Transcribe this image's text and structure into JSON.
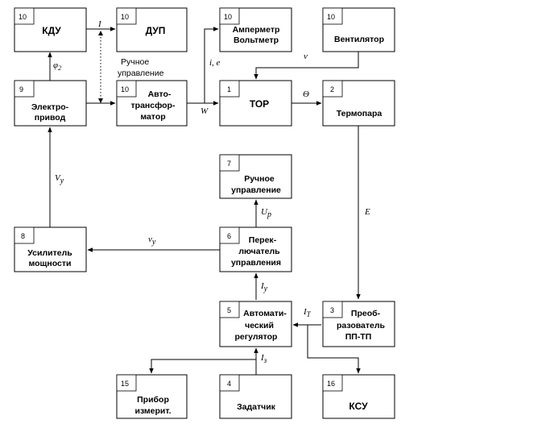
{
  "blocks": {
    "kdu": {
      "num": "10",
      "lines": [
        "КДУ"
      ]
    },
    "dup": {
      "num": "10",
      "lines": [
        "ДУП"
      ]
    },
    "ammeter": {
      "num": "10",
      "lines": [
        "Амперметр",
        "Вольтметр"
      ]
    },
    "fan": {
      "num": "10",
      "lines": [
        "Вентилятор"
      ]
    },
    "drive": {
      "num": "9",
      "lines": [
        "Электро-",
        "привод"
      ]
    },
    "autotrans": {
      "num": "10",
      "lines": [
        "Авто-",
        "трансфор-",
        "матор"
      ]
    },
    "tor": {
      "num": "1",
      "lines": [
        "ТОР"
      ]
    },
    "thermo": {
      "num": "2",
      "lines": [
        "Термопара"
      ]
    },
    "manual": {
      "num": "7",
      "lines": [
        "Ручное",
        "управление"
      ]
    },
    "amp": {
      "num": "8",
      "lines": [
        "Усилитель",
        "мощности"
      ]
    },
    "switch": {
      "num": "6",
      "lines": [
        "Перек-",
        "лючатель",
        "управления"
      ]
    },
    "regulator": {
      "num": "5",
      "lines": [
        "Автомати-",
        "ческий",
        "регулятор"
      ]
    },
    "converter": {
      "num": "3",
      "lines": [
        "Преоб-",
        "разователь",
        "ПП-ТП"
      ]
    },
    "meter": {
      "num": "15",
      "lines": [
        "Прибор",
        "измерит."
      ]
    },
    "setter": {
      "num": "4",
      "lines": [
        "Задатчик"
      ]
    },
    "ksu": {
      "num": "16",
      "lines": [
        "КСУ"
      ]
    }
  },
  "signals": {
    "I": "I",
    "phi": "φ",
    "phi_sub": "2",
    "iu": "i, e",
    "W": "W",
    "v": "v",
    "theta": "Θ",
    "E": "E",
    "Vy": "V",
    "Vy_sub": "y",
    "vy": "v",
    "vy_sub": "y",
    "Up": "U",
    "Up_sub": "p",
    "Iy": "I",
    "Iy_sub": "y",
    "IT": "I",
    "IT_sub": "T",
    "Iz": "I",
    "Iz_sub": "з"
  },
  "notes": {
    "manual_line1": "Ручное",
    "manual_line2": "управление"
  }
}
